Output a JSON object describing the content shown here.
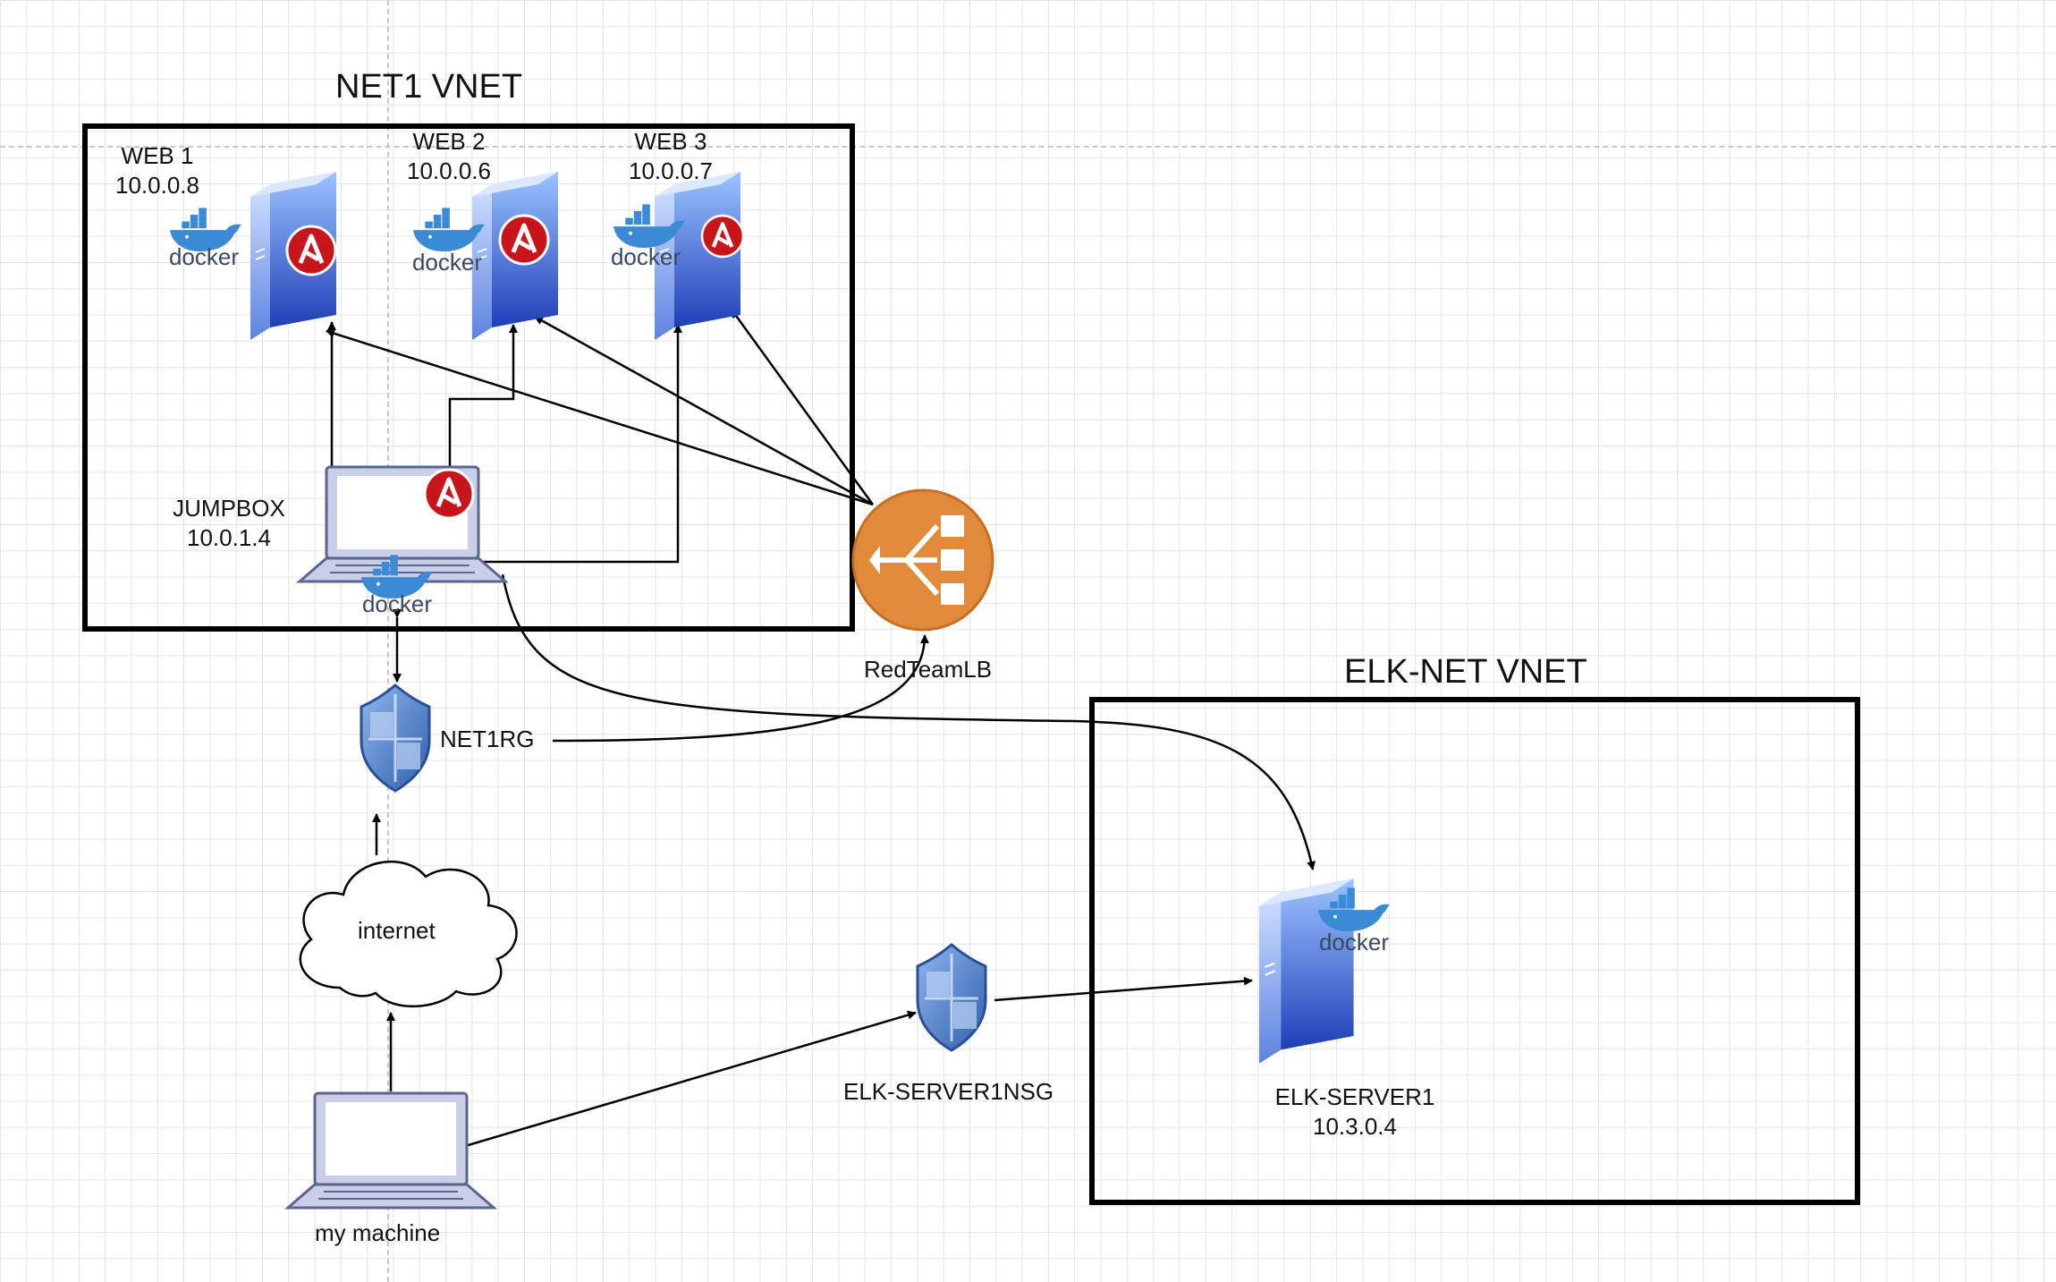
{
  "groups": {
    "net1": {
      "title": "NET1 VNET"
    },
    "elk": {
      "title": "ELK-NET VNET"
    }
  },
  "nodes": {
    "web1": {
      "name": "WEB 1",
      "ip": "10.0.0.8"
    },
    "web2": {
      "name": "WEB 2",
      "ip": "10.0.0.6"
    },
    "web3": {
      "name": "WEB 3",
      "ip": "10.0.0.7"
    },
    "jumpbox": {
      "name": "JUMPBOX",
      "ip": "10.0.1.4"
    },
    "lb": {
      "name": "RedTeamLB"
    },
    "net1rg": {
      "name": "NET1RG"
    },
    "internet": {
      "name": "internet"
    },
    "my_machine": {
      "name": "my machine"
    },
    "elk_nsg": {
      "name": "ELK-SERVER1NSG"
    },
    "elk_server": {
      "name": "ELK-SERVER1",
      "ip": "10.3.0.4"
    }
  },
  "icons": {
    "docker_text": "docker",
    "ansible_letter": "A"
  },
  "colors": {
    "server_blue": "#2b54c6",
    "server_light": "#8ab4f8",
    "ansible_red": "#c8151b",
    "lb_orange": "#e08a3c",
    "docker_blue": "#3a8ad6",
    "shield_blue": "#3f74c4"
  }
}
